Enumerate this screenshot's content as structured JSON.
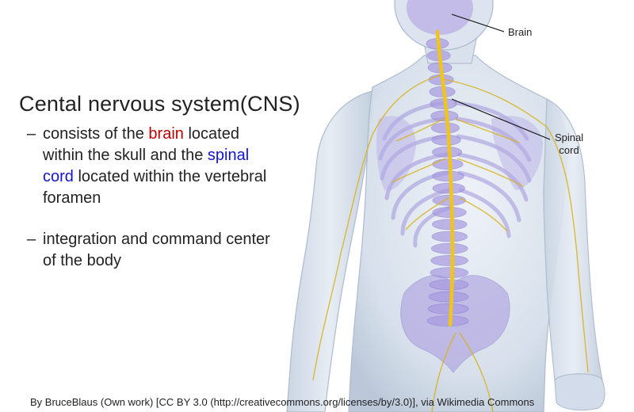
{
  "title": "Cental nervous system(CNS)",
  "bullets": [
    {
      "dash": "–",
      "before": "consists of the ",
      "highlight1": "brain",
      "middle": " located within the skull and the ",
      "highlight2": "spinal cord",
      "after": " located within the vertebral foramen"
    },
    {
      "dash": "–",
      "text": "integration and command center of the body"
    }
  ],
  "labels": {
    "brain": "Brain",
    "spinal_cord_line1": "Spinal",
    "spinal_cord_line2": "cord"
  },
  "credit": "By BruceBlaus (Own work) [CC BY 3.0 (http://creativecommons.org/licenses/by/3.0)], via Wikimedia Commons",
  "colors": {
    "brain_highlight": "#c00000",
    "spinal_cord_highlight": "#1414d2",
    "skin": "#cdd8e6",
    "bone": "#a99be0",
    "nerve": "#e8c21a"
  }
}
